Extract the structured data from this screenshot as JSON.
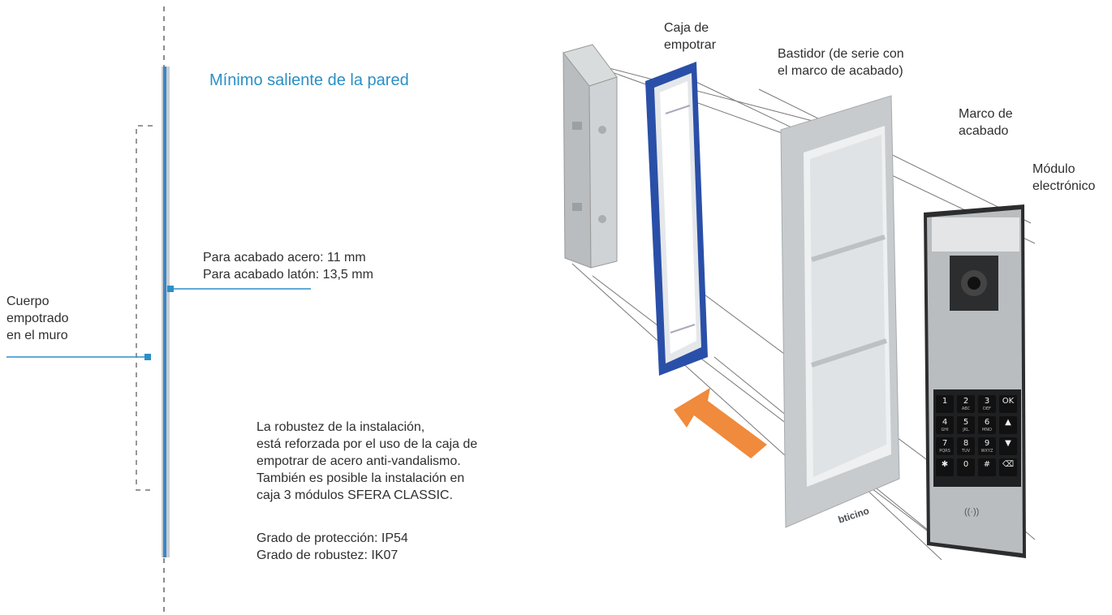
{
  "heading": "Mínimo saliente de la pared",
  "body_label": [
    "Cuerpo",
    "empotrado",
    "en el muro"
  ],
  "finish_lines": [
    "Para acabado acero: 11 mm",
    "Para acabado latón: 13,5 mm"
  ],
  "description": [
    "La robustez de la instalación,",
    "está reforzada por el uso de la caja de",
    "empotrar de acero anti-vandalismo.",
    "También es posible la instalación en",
    "caja 3 módulos SFERA CLASSIC."
  ],
  "protection": [
    "Grado de protección: IP54",
    "Grado de robustez: IK07"
  ],
  "components": {
    "box": [
      "Caja de",
      "empotrar"
    ],
    "frame": [
      "Bastidor (de serie con",
      "el marco de acabado)"
    ],
    "cover": [
      "Marco de",
      "acabado"
    ],
    "module": [
      "Módulo",
      "electrónico"
    ]
  },
  "brand": "bticino",
  "keypad": {
    "keys": [
      "1",
      "2",
      "3",
      "OK",
      "4",
      "5",
      "6",
      "▲",
      "7",
      "8",
      "9",
      "▼",
      "✱",
      "0",
      "#",
      "⌫"
    ],
    "key_subs": [
      "",
      "ABC",
      "DEF",
      "",
      "GHI",
      "JKL",
      "MNO",
      "",
      "PQRS",
      "TUV",
      "WXYZ",
      "",
      "",
      "",
      "",
      ""
    ],
    "badge": "((·))"
  },
  "colors": {
    "accent": "#2b8fc7",
    "arrow": "#f08a3c",
    "blue_frame": "#2a4fa8",
    "line": "#555555"
  }
}
